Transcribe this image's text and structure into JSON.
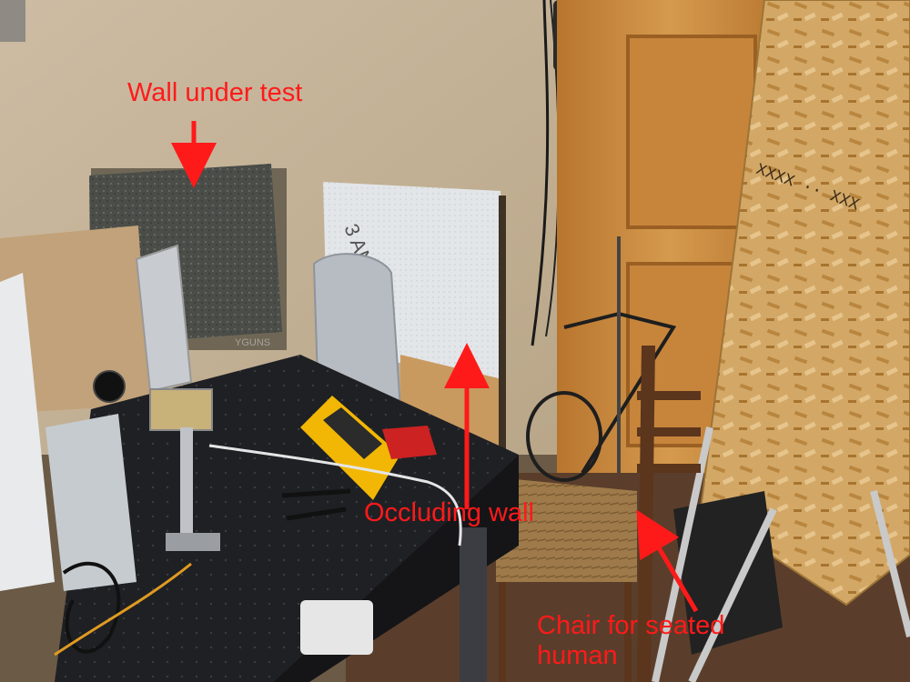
{
  "annotations": {
    "wall_under_test": "Wall under test",
    "occluding_wall": "Occluding wall",
    "chair_for_seated_human": "Chair for seated human"
  },
  "panel_text": {
    "occluding_panel_marking": "3 AN-72",
    "wall_panel_marking": "YGUNS"
  },
  "colors": {
    "annotation_red": "#ff1a1a",
    "wall_beige": "#c9b79d",
    "door_wood": "#c98a3e",
    "osb_board": "#d2a868",
    "table_black": "#1e1f22",
    "multimeter_yellow": "#f2b705"
  },
  "icons": [
    "arrow-down-icon",
    "arrow-up-icon",
    "arrow-diagonal-icon"
  ]
}
